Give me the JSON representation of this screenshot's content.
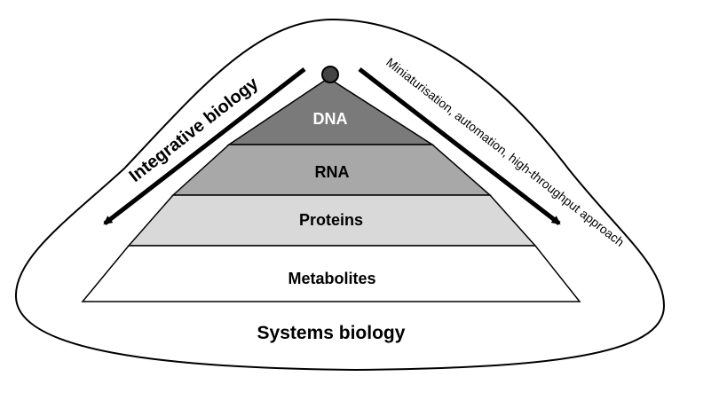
{
  "diagram": {
    "outer_label": "Systems biology",
    "left_arrow_label": "Integrative biology",
    "right_arrow_label": "Miniaturisation, automation, high-throughput approach",
    "tiers": [
      {
        "label": "DNA",
        "fill": "#7a7a7a",
        "text_color": "#ffffff"
      },
      {
        "label": "RNA",
        "fill": "#a8a8a8",
        "text_color": "#000000"
      },
      {
        "label": "Proteins",
        "fill": "#d9d9d9",
        "text_color": "#000000"
      },
      {
        "label": "Metabolites",
        "fill": "#ffffff",
        "text_color": "#000000"
      }
    ],
    "colors": {
      "stroke": "#000000",
      "apex_dot": "#444444"
    }
  }
}
